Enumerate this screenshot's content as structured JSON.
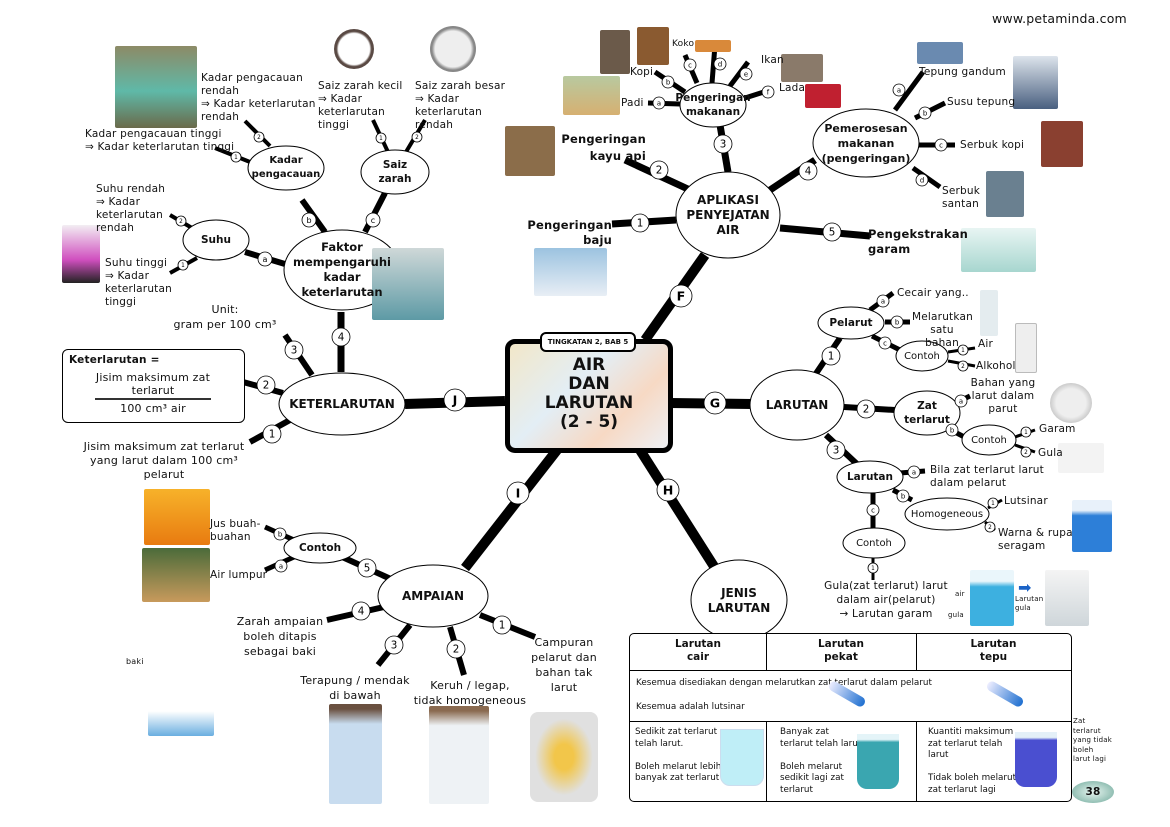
{
  "site": "www.petaminda.com",
  "page_number": "38",
  "center": {
    "tag": "TINGKATAN 2, BAB 5",
    "title": "AIR\nDAN\nLARUTAN\n(2 - 5)"
  },
  "markers": {
    "F": "F",
    "G": "G",
    "H": "H",
    "I": "I",
    "J": "J",
    "ap1": "1",
    "ap2": "2",
    "ap3": "3",
    "ap4": "4",
    "ap5": "5",
    "pma": "a",
    "pmb": "b",
    "pmc": "c",
    "pmd": "d",
    "pme": "e",
    "pmf": "f",
    "pra": "a",
    "prb": "b",
    "prc": "c",
    "prd": "d",
    "fa": "a",
    "fb": "b",
    "fc": "c",
    "k4": "4",
    "kp1": "1",
    "kp2": "2",
    "sz1": "1",
    "sz2": "2",
    "su1": "1",
    "su2": "2",
    "k1": "1",
    "k2": "2",
    "k3": "3",
    "am1": "1",
    "am2": "2",
    "am3": "3",
    "am4": "4",
    "am5": "5",
    "ama": "a",
    "amb": "b",
    "l1": "1",
    "l2": "2",
    "l3": "3",
    "pla": "a",
    "plb": "b",
    "plc": "c",
    "plc1": "1",
    "plc2": "2",
    "zta": "a",
    "ztb": "b",
    "ztc1": "1",
    "ztc2": "2",
    "lra": "a",
    "lrb": "b",
    "lrc": "c",
    "lrh1": "1",
    "lrh2": "2",
    "lrc1": "1"
  },
  "aplikasi": {
    "title": "APLIKASI\nPENYEJATAN\nAIR",
    "items": [
      "Pengeringan\nbaju",
      "Pengeringan\nkayu api",
      "Pengekstrakan\ngaram"
    ],
    "pengeringan_makanan": {
      "title": "Pengeringan\nmakanan",
      "items": [
        "Padi",
        "Kopi",
        "Koko",
        "Ikan",
        "Lada"
      ]
    },
    "pemerosesan": {
      "title": "Pemerosesan\nmakanan\n(pengeringan)",
      "items": [
        "Tepung gandum",
        "Susu tepung",
        "Serbuk kopi",
        "Serbuk\nsantan"
      ]
    }
  },
  "faktor": {
    "title": "Faktor\nmempengaruhi\nkadar\nketerlarutan",
    "suhu": {
      "title": "Suhu",
      "low": "Suhu rendah\n⇒ Kadar\n    keterlarutan\n    rendah",
      "high": "Suhu tinggi\n⇒ Kadar\n    keterlarutan\n    tinggi"
    },
    "kadar": {
      "title": "Kadar\npengacauan",
      "low": "Kadar pengacauan\nrendah\n⇒ Kadar keterlarutan\n    rendah",
      "high": "Kadar pengacauan tinggi\n⇒ Kadar keterlarutan tinggi"
    },
    "saiz": {
      "title": "Saiz\nzarah",
      "small": "Saiz zarah kecil\n⇒ Kadar\n    keterlarutan\n    tinggi",
      "large": "Saiz zarah besar\n⇒ Kadar\n    keterlarutan\n    rendah"
    }
  },
  "keterlarutan": {
    "title": "KETERLARUTAN",
    "unit": "Unit:\ngram per 100 cm³",
    "formula_label": "Keterlarutan =",
    "formula_numerator": "Jisim maksimum zat\nterlarut",
    "formula_denominator": "100 cm³ air",
    "definition": "Jisim maksimum zat terlarut\nyang larut dalam 100 cm³\npelarut"
  },
  "ampaian": {
    "title": "AMPAIAN",
    "contoh": "Contoh",
    "examples": [
      "Jus buah-\nbuahan",
      "Air lumpur"
    ],
    "items": [
      "Campuran\npelarut dan\nbahan tak\nlarut",
      "Keruh / legap,\ntidak homogeneous",
      "Terapung / mendak\ndi bawah",
      "Zarah ampaian\nboleh ditapis\nsebagai baki"
    ],
    "baki_label": "baki"
  },
  "larutan": {
    "title": "LARUTAN",
    "pelarut": {
      "title": "Pelarut",
      "items": [
        "Cecair yang..",
        "Melarutkan\nsatu bahan"
      ],
      "contoh": "Contoh",
      "examples": [
        "Air",
        "Alkohol"
      ]
    },
    "zat": {
      "title": "Zat\nterlarut",
      "item": "Bahan yang\nlarut dalam\nparut",
      "contoh": "Contoh",
      "examples": [
        "Garam",
        "Gula"
      ]
    },
    "larutan": {
      "title": "Larutan",
      "item": "Bila zat terlarut larut\ndalam pelarut",
      "homogeneous": "Homogeneous",
      "hom_items": [
        "Lutsinar",
        "Warna & rupa\nseragam"
      ],
      "contoh": "Contoh",
      "example": "Gula(zat terlarut) larut\ndalam air(pelarut)\n→ Larutan garam"
    },
    "beaker_labels": {
      "air": "air",
      "gula": "gula",
      "larutan": "Larutan\ngula"
    }
  },
  "jenis": {
    "title": "JENIS\nLARUTAN",
    "columns": [
      "Larutan\ncair",
      "Larutan\npekat",
      "Larutan\ntepu"
    ],
    "common": [
      "Kesemua disediakan dengan melarutkan zat terlarut dalam pelarut",
      "Kesemua adalah lutsinar"
    ],
    "cells": [
      "Sedikit zat terlarut\ntelah larut.\n\nBoleh melarut lebih\nbanyak zat terlarut",
      "Banyak zat\nterlarut telah larut\n\nBoleh melarut\nsedikit lagi zat\nterlarut",
      "Kuantiti maksimum\nzat terlarut telah\nlarut\n\nTidak boleh melarut\nzat terlarut lagi"
    ],
    "note": "Zat\nterlarut\nyang tidak\nboleh\nlarut lagi"
  },
  "colors": {
    "line": "#000000",
    "cair": "#bfeef7",
    "pekat": "#3aa6b0",
    "tepu": "#4a4fd0"
  }
}
